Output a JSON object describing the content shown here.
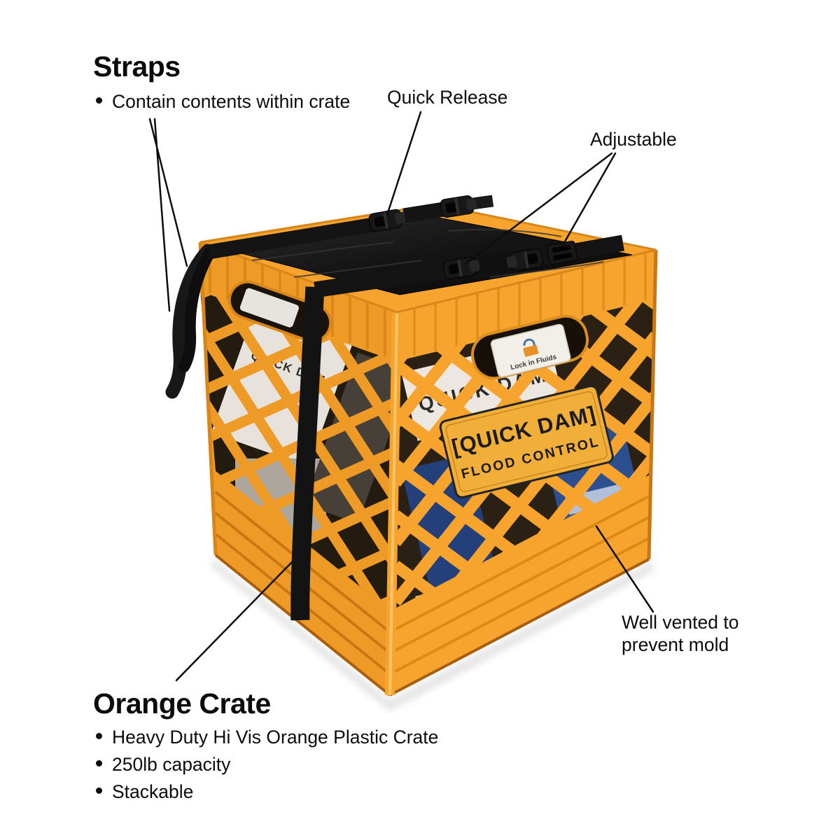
{
  "callouts": {
    "straps": {
      "title": "Straps",
      "bullets": [
        "Contain contents within crate"
      ]
    },
    "quick_release": {
      "label": "Quick Release"
    },
    "adjustable": {
      "label": "Adjustable"
    },
    "well_vented": {
      "line1": "Well vented to",
      "line2": "prevent mold"
    },
    "orange_crate": {
      "title": "Orange Crate",
      "bullets": [
        "Heavy Duty Hi Vis Orange Plastic Crate",
        "250lb capacity",
        "Stackable"
      ]
    }
  },
  "crate": {
    "front_plaque": {
      "line1": "[QUICK DAM]",
      "line2": "FLOOD CONTROL"
    },
    "inner_package_text": "QUICK DAM",
    "side_bag_text": "QUICK DAM",
    "handle_card_text": "Lock in Fluids",
    "colors": {
      "crate_orange": "#F6A42E",
      "crate_orange_dark": "#D8861A",
      "strap_black": "#141414",
      "plaque_yellow": "#F1AF3A"
    }
  }
}
